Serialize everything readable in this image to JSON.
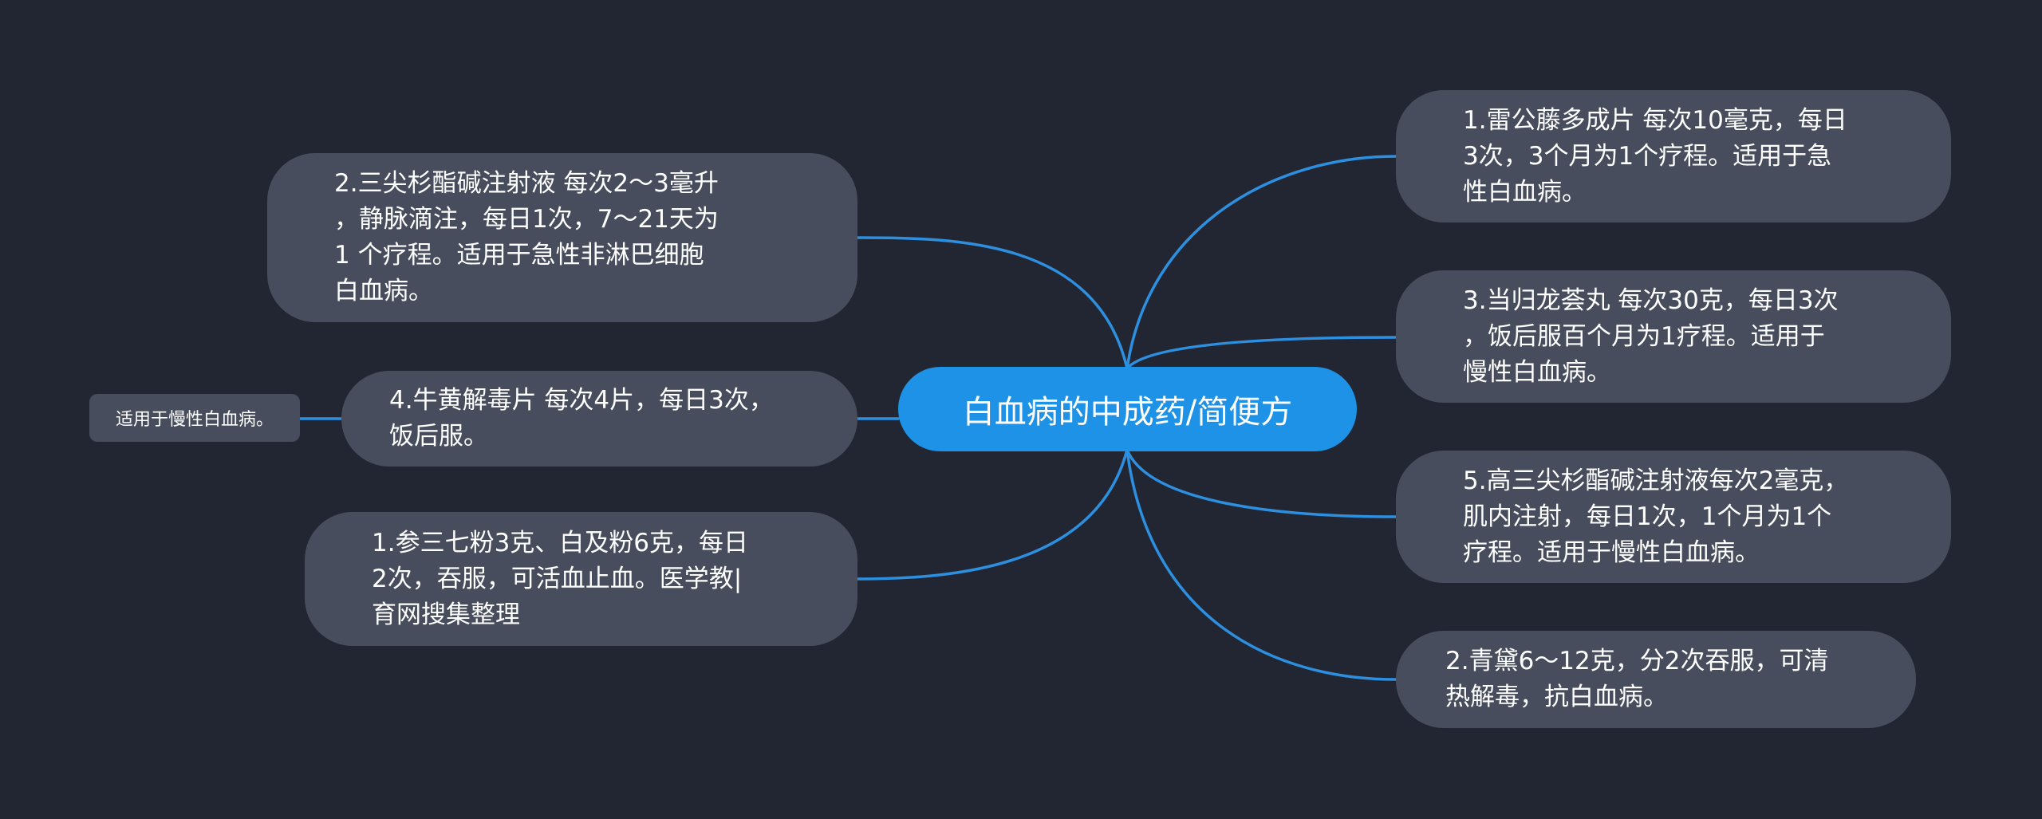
{
  "colors": {
    "background": "#222632",
    "node_fill": "#474d5c",
    "root_fill": "#1d92e6",
    "connector": "#2d8fe0",
    "text": "#ffffff"
  },
  "root": {
    "label": "白血病的中成药/简便方"
  },
  "left_nodes": [
    {
      "text": "2.三尖杉酯碱注射液 每次2～3毫升\n，静脉滴注，每日1次，7～21天为\n1 个疗程。适用于急性非淋巴细胞\n白血病。"
    },
    {
      "text": "4.牛黄解毒片 每次4片，每日3次，\n饭后服。",
      "child": "适用于慢性白血病。"
    },
    {
      "text": "1.参三七粉3克、白及粉6克，每日\n2次，吞服，可活血止血。医学教|\n育网搜集整理"
    }
  ],
  "right_nodes": [
    {
      "text": "1.雷公藤多成片 每次10毫克，每日\n3次，3个月为1个疗程。适用于急\n性白血病。"
    },
    {
      "text": "3.当归龙荟丸 每次30克，每日3次\n，饭后服百个月为1疗程。适用于\n慢性白血病。"
    },
    {
      "text": "5.高三尖杉酯碱注射液每次2毫克，\n肌内注射，每日1次，1个月为1个\n疗程。适用于慢性白血病。"
    },
    {
      "text": "2.青黛6～12克，分2次吞服，可清\n热解毒，抗白血病。"
    }
  ]
}
